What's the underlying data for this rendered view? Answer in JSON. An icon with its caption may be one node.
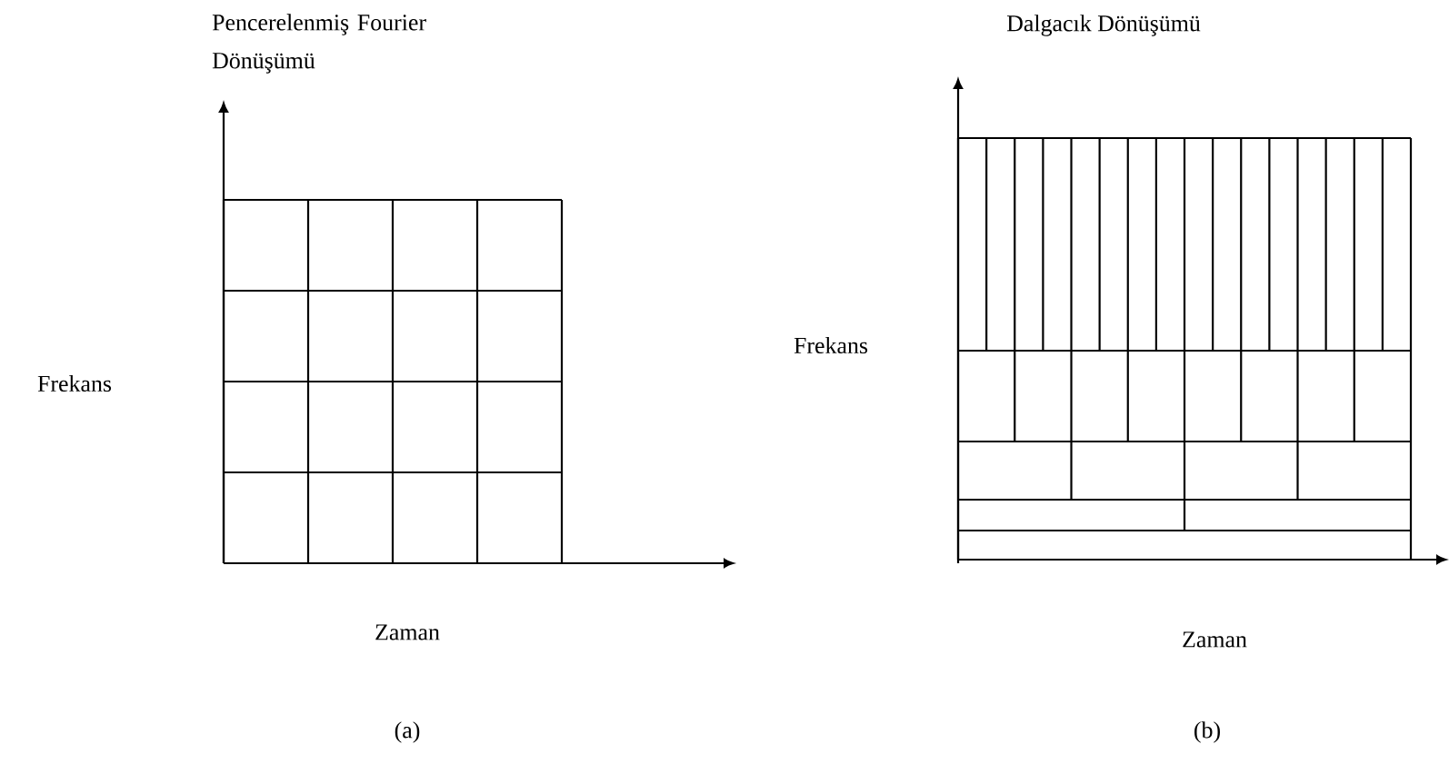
{
  "diagram": {
    "labels": [
      "Pencerelenmiş Fourier Dönüşümü",
      "Dalgacık Dönüşümü",
      "Frekans",
      "Frekans",
      "Zaman",
      "Zaman",
      "(a)",
      "(b)"
    ]
  }
}
